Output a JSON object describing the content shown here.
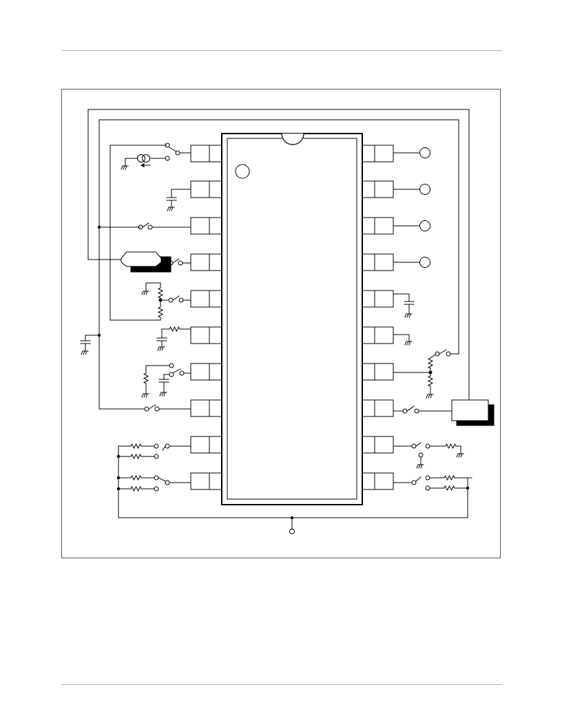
{
  "page": {
    "background": "#ffffff",
    "rule_color": "#b4b4b4"
  },
  "diagram": {
    "type": "test-circuit-schematic",
    "ic_package": "20-pin DIP",
    "pins_per_side": 10,
    "line_color": "#000000",
    "texts": []
  }
}
